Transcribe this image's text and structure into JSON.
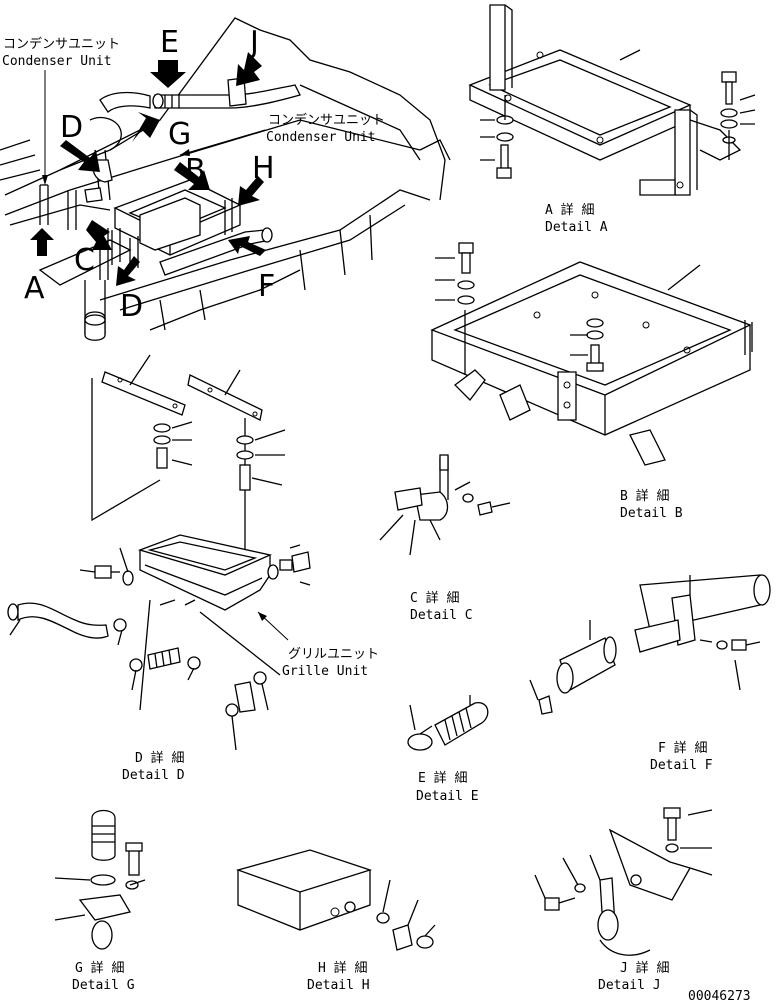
{
  "callouts": {
    "condenser_top": {
      "jp": "コンデンサユニット",
      "en": "Condenser Unit"
    },
    "condenser_mid": {
      "jp": "コンデンサユニット",
      "en": "Condenser Unit"
    },
    "grille": {
      "jp": "グリルユニット",
      "en": "Grille Unit"
    }
  },
  "view_letters": [
    "A",
    "B",
    "C",
    "D",
    "E",
    "F",
    "G",
    "H",
    "J",
    "D"
  ],
  "details": {
    "A": {
      "jp": "A 詳 細",
      "en": "Detail A"
    },
    "B": {
      "jp": "B 詳 細",
      "en": "Detail B"
    },
    "C": {
      "jp": "C 詳 細",
      "en": "Detail C"
    },
    "D": {
      "jp": "D 詳 細",
      "en": "Detail D"
    },
    "E": {
      "jp": "E 詳 細",
      "en": "Detail E"
    },
    "F": {
      "jp": "F 詳 細",
      "en": "Detail F"
    },
    "G": {
      "jp": "G 詳 細",
      "en": "Detail G"
    },
    "H": {
      "jp": "H 詳 細",
      "en": "Detail H"
    },
    "J": {
      "jp": "J 詳 細",
      "en": "Detail J"
    }
  },
  "drawing_number": "00046273"
}
